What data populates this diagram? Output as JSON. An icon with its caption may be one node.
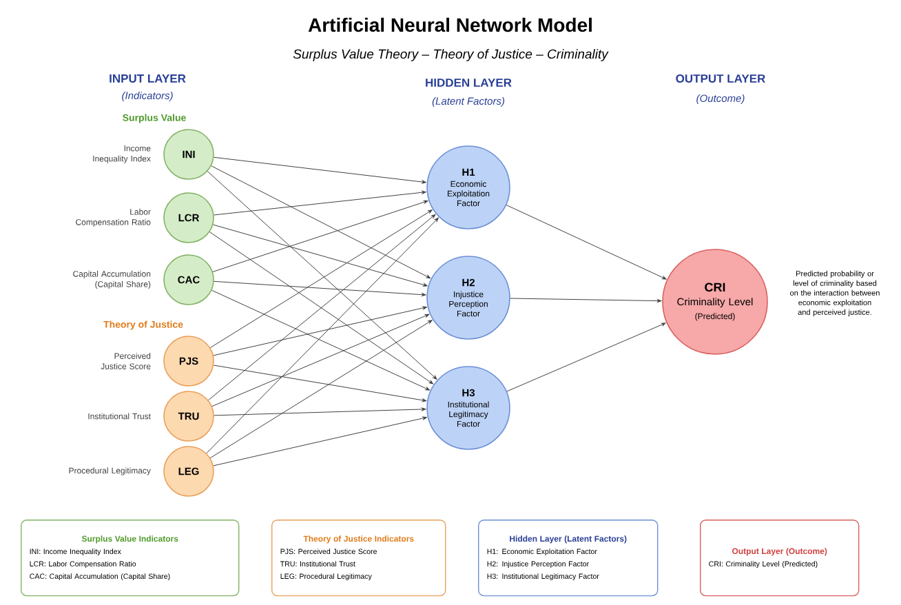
{
  "diagram": {
    "title": "Artificial Neural Network Model",
    "caption": "Surplus Value Theory – Theory of Justice – Criminality",
    "nodes": [
      {
        "text": [
          "INI"
        ],
        "beside": [
          "Income Inequality Index"
        ]
      },
      {
        "text": [
          "LCR"
        ],
        "beside": [
          "Labor Compensation Ratio"
        ]
      },
      {
        "text": [
          "CAC"
        ],
        "beside": [
          "Capital Accumulation (Capital Share)"
        ]
      },
      {
        "text": [
          "PJS"
        ],
        "beside": [
          "Perceived Justice Score"
        ]
      },
      {
        "text": [
          "TRU"
        ],
        "beside": [
          "Institutional Trust"
        ]
      },
      {
        "text": [
          "LEG"
        ],
        "beside": [
          "Procedural Legitimacy"
        ]
      },
      {
        "text": [
          "H1",
          "Economic Exploitation Factor"
        ]
      },
      {
        "text": [
          "H2",
          "Injustice Perception Factor"
        ]
      },
      {
        "text": [
          "H3",
          "Institutional Legitimacy Factor"
        ]
      },
      {
        "text": [
          "CRI",
          "Criminality Level",
          "(Predicted)"
        ],
        "beside": [
          "Predicted probability or level of criminality based on the interaction between economic exploitation and perceived justice."
        ]
      },
      {
        "text": [
          "Surplus Value Indicators",
          "INI: Income Inequality Index",
          "LCR: Labor Compensation Ratio",
          "CAC: Capital Accumulation (Capital Share)"
        ]
      },
      {
        "text": [
          "Theory of Justice Indicators",
          "PJS: Perceived Justice Score",
          "TRU: Institutional Trust",
          "LEG: Procedural Legitimacy"
        ]
      },
      {
        "text": [
          "Hidden Layer (Latent Factors)",
          "H1: Economic Exploitation Factor",
          "H2: Injustice Perception Factor",
          "H3: Institutional Legitimacy Factor"
        ]
      },
      {
        "text": [
          "Output Layer (Outcome)",
          "CRI: Criminality Level (Predicted)"
        ]
      }
    ],
    "edges": [
      {
        "from": 0,
        "to": 6,
        "arrow": "to"
      },
      {
        "from": 0,
        "to": 7,
        "arrow": "to"
      },
      {
        "from": 0,
        "to": 8,
        "arrow": "to"
      },
      {
        "from": 1,
        "to": 6,
        "arrow": "to"
      },
      {
        "from": 1,
        "to": 7,
        "arrow": "to"
      },
      {
        "from": 1,
        "to": 8,
        "arrow": "to"
      },
      {
        "from": 2,
        "to": 6,
        "arrow": "to"
      },
      {
        "from": 2,
        "to": 7,
        "arrow": "to"
      },
      {
        "from": 2,
        "to": 8,
        "arrow": "to"
      },
      {
        "from": 3,
        "to": 6,
        "arrow": "to"
      },
      {
        "from": 3,
        "to": 7,
        "arrow": "to"
      },
      {
        "from": 3,
        "to": 8,
        "arrow": "to"
      },
      {
        "from": 4,
        "to": 6,
        "arrow": "to"
      },
      {
        "from": 4,
        "to": 7,
        "arrow": "to"
      },
      {
        "from": 4,
        "to": 8,
        "arrow": "to"
      },
      {
        "from": 5,
        "to": 6,
        "arrow": "to"
      },
      {
        "from": 5,
        "to": 7,
        "arrow": "to"
      },
      {
        "from": 5,
        "to": 8,
        "arrow": "to"
      },
      {
        "from": 6,
        "to": 9,
        "arrow": "to"
      },
      {
        "from": 7,
        "to": 9,
        "arrow": "to"
      },
      {
        "from": 8,
        "to": 9,
        "arrow": "to"
      }
    ],
    "labels": [
      "INPUT LAYER",
      "(Indicators)",
      "HIDDEN LAYER",
      "(Latent Factors)",
      "OUTPUT LAYER",
      "(Outcome)",
      "Surplus Value",
      "Theory of Justice"
    ]
  }
}
